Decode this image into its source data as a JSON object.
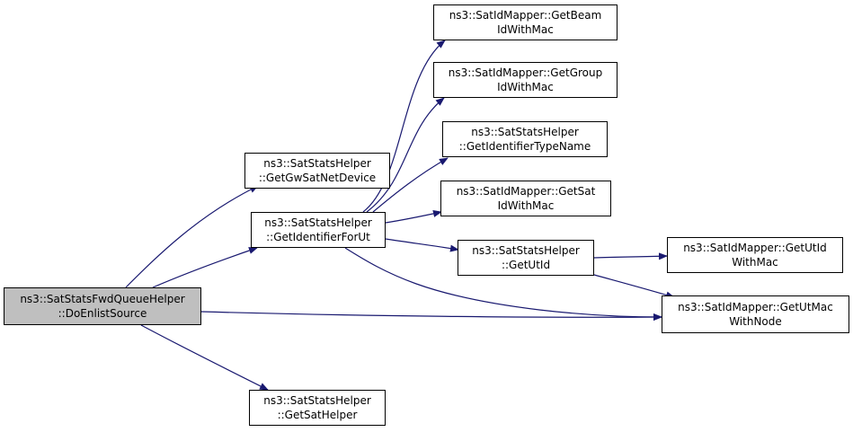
{
  "colors": {
    "edge": "#191970",
    "root_fill": "#bfbfbf",
    "node_fill": "#ffffff",
    "node_border": "#000000"
  },
  "nodes": {
    "root": {
      "line1": "ns3::SatStatsFwdQueueHelper",
      "line2": "::DoEnlistSource"
    },
    "gwsat": {
      "line1": "ns3::SatStatsHelper",
      "line2": "::GetGwSatNetDevice"
    },
    "ident": {
      "line1": "ns3::SatStatsHelper",
      "line2": "::GetIdentifierForUt"
    },
    "sath": {
      "line1": "ns3::SatStatsHelper",
      "line2": "::GetSatHelper"
    },
    "beam": {
      "line1": "ns3::SatIdMapper::GetBeam",
      "line2": "IdWithMac"
    },
    "group": {
      "line1": "ns3::SatIdMapper::GetGroup",
      "line2": "IdWithMac"
    },
    "type": {
      "line1": "ns3::SatStatsHelper",
      "line2": "::GetIdentifierTypeName"
    },
    "satid": {
      "line1": "ns3::SatIdMapper::GetSat",
      "line2": "IdWithMac"
    },
    "utid": {
      "line1": "ns3::SatStatsHelper",
      "line2": "::GetUtId"
    },
    "utidmac": {
      "line1": "ns3::SatIdMapper::GetUtId",
      "line2": "WithMac"
    },
    "utmacnode": {
      "line1": "ns3::SatIdMapper::GetUtMac",
      "line2": "WithNode"
    }
  },
  "edges": [
    {
      "from": "root",
      "to": "gwsat"
    },
    {
      "from": "root",
      "to": "ident"
    },
    {
      "from": "root",
      "to": "sath"
    },
    {
      "from": "root",
      "to": "utmacnode"
    },
    {
      "from": "ident",
      "to": "beam"
    },
    {
      "from": "ident",
      "to": "group"
    },
    {
      "from": "ident",
      "to": "type"
    },
    {
      "from": "ident",
      "to": "satid"
    },
    {
      "from": "ident",
      "to": "utid"
    },
    {
      "from": "ident",
      "to": "utmacnode"
    },
    {
      "from": "utid",
      "to": "utidmac"
    },
    {
      "from": "utid",
      "to": "utmacnode"
    }
  ]
}
